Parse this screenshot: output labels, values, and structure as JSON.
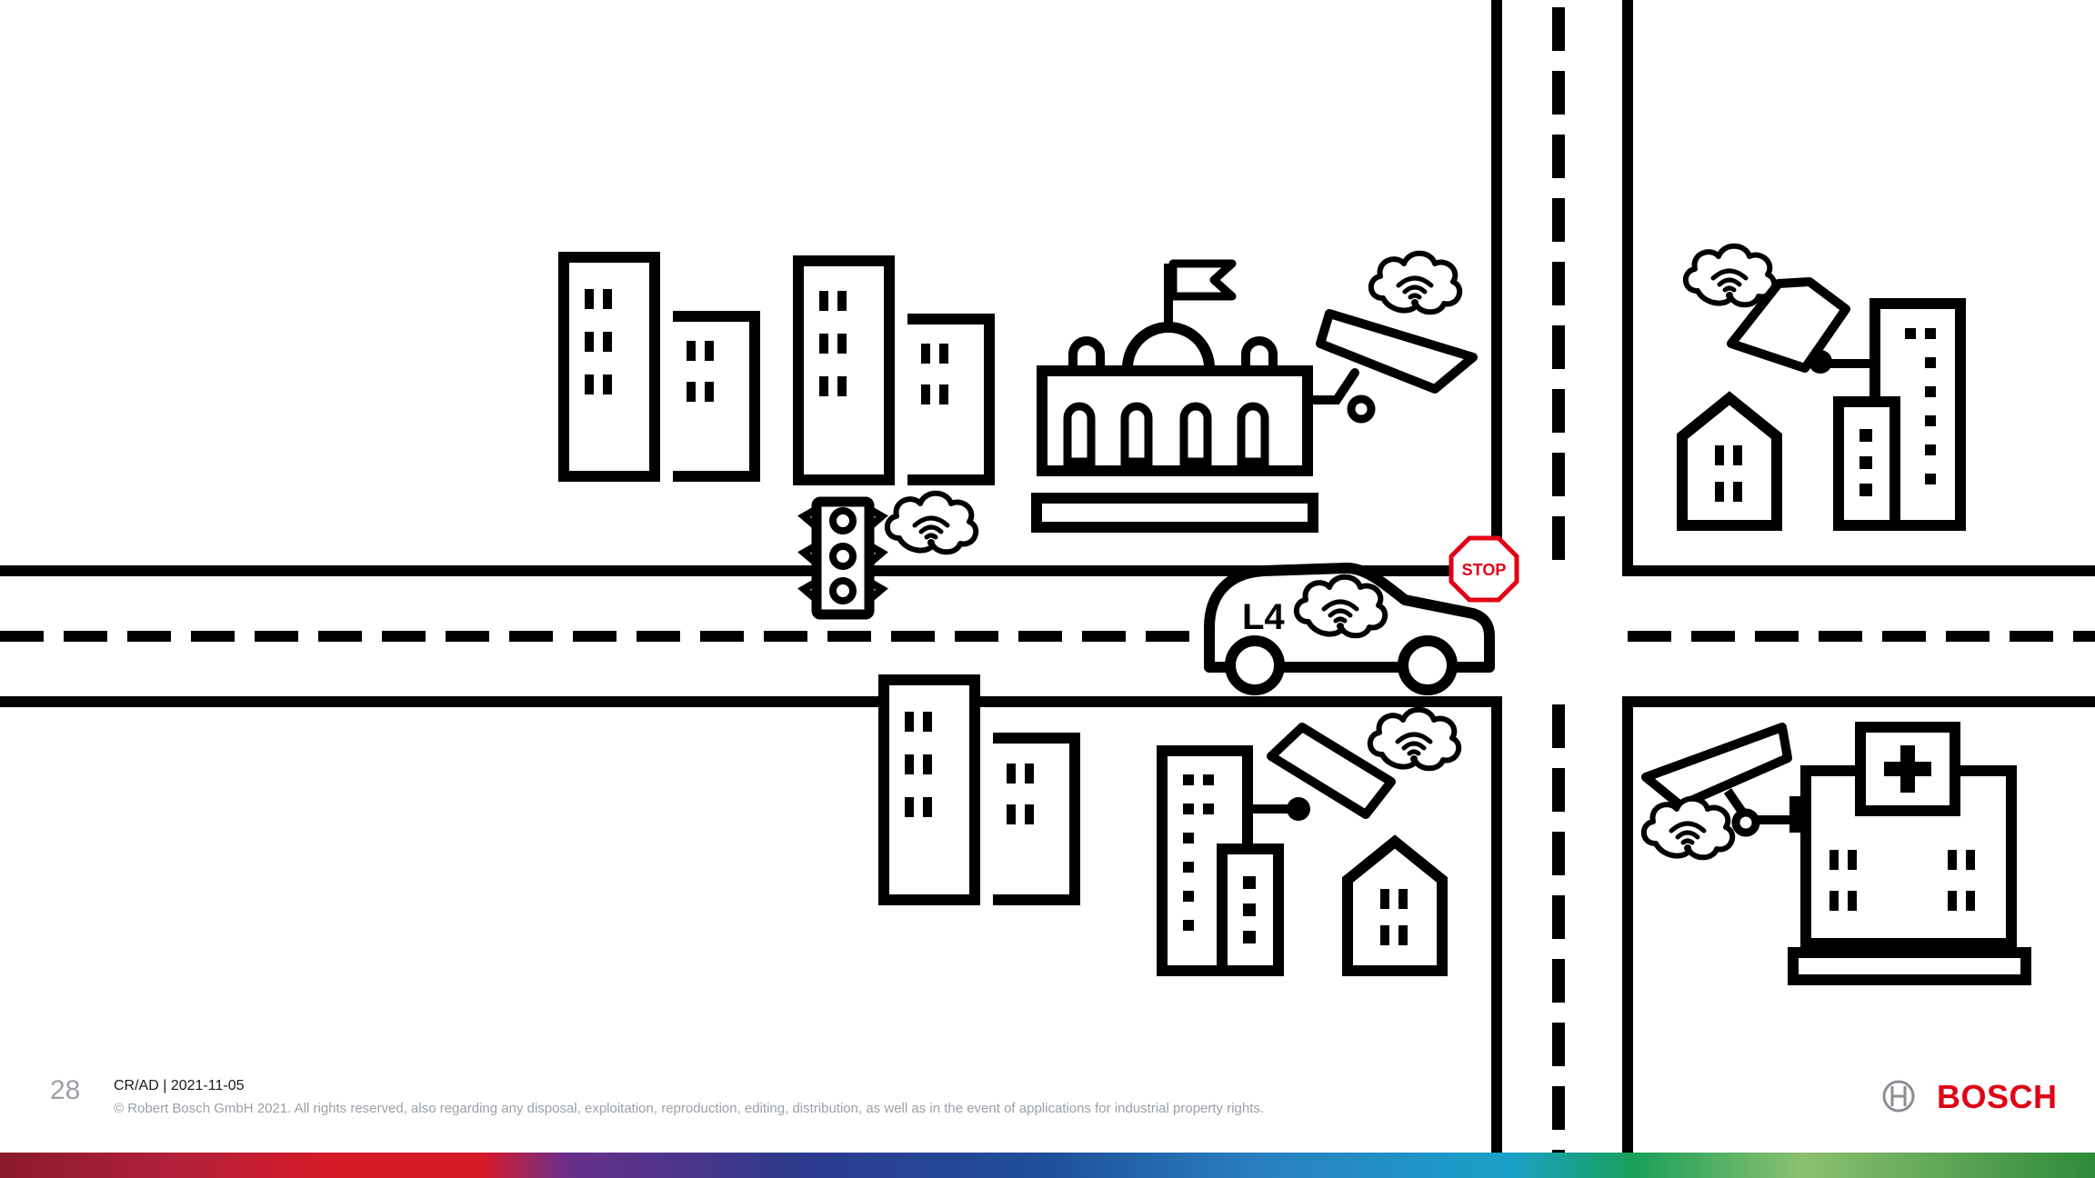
{
  "footer": {
    "page_number": "28",
    "department_date": "CR/AD | 2021-11-05",
    "copyright": "© Robert Bosch GmbH 2021. All rights reserved, also regarding any disposal, exploitation, reproduction, editing, distribution, as well as in the event of applications for industrial property rights."
  },
  "brand": {
    "name": "BOSCH",
    "color": "#e20015"
  },
  "scene": {
    "car_label": "L4",
    "stop_sign_text": "STOP",
    "icons": [
      "traffic-light-icon",
      "car-icon",
      "stop-sign-icon",
      "cctv-camera-icon",
      "wifi-cloud-icon",
      "city-hall-icon",
      "hospital-icon",
      "house-icon",
      "office-building-icon"
    ]
  },
  "colors": {
    "line": "#000000",
    "stop_red": "#e20015",
    "stripe": [
      "#8b1a2b",
      "#b0203a",
      "#d71a28",
      "#6a2f8a",
      "#2d3a8c",
      "#1f4f9a",
      "#2a7fc0",
      "#1aa0c8",
      "#19a05a",
      "#8cc070",
      "#2f8a3c"
    ]
  }
}
